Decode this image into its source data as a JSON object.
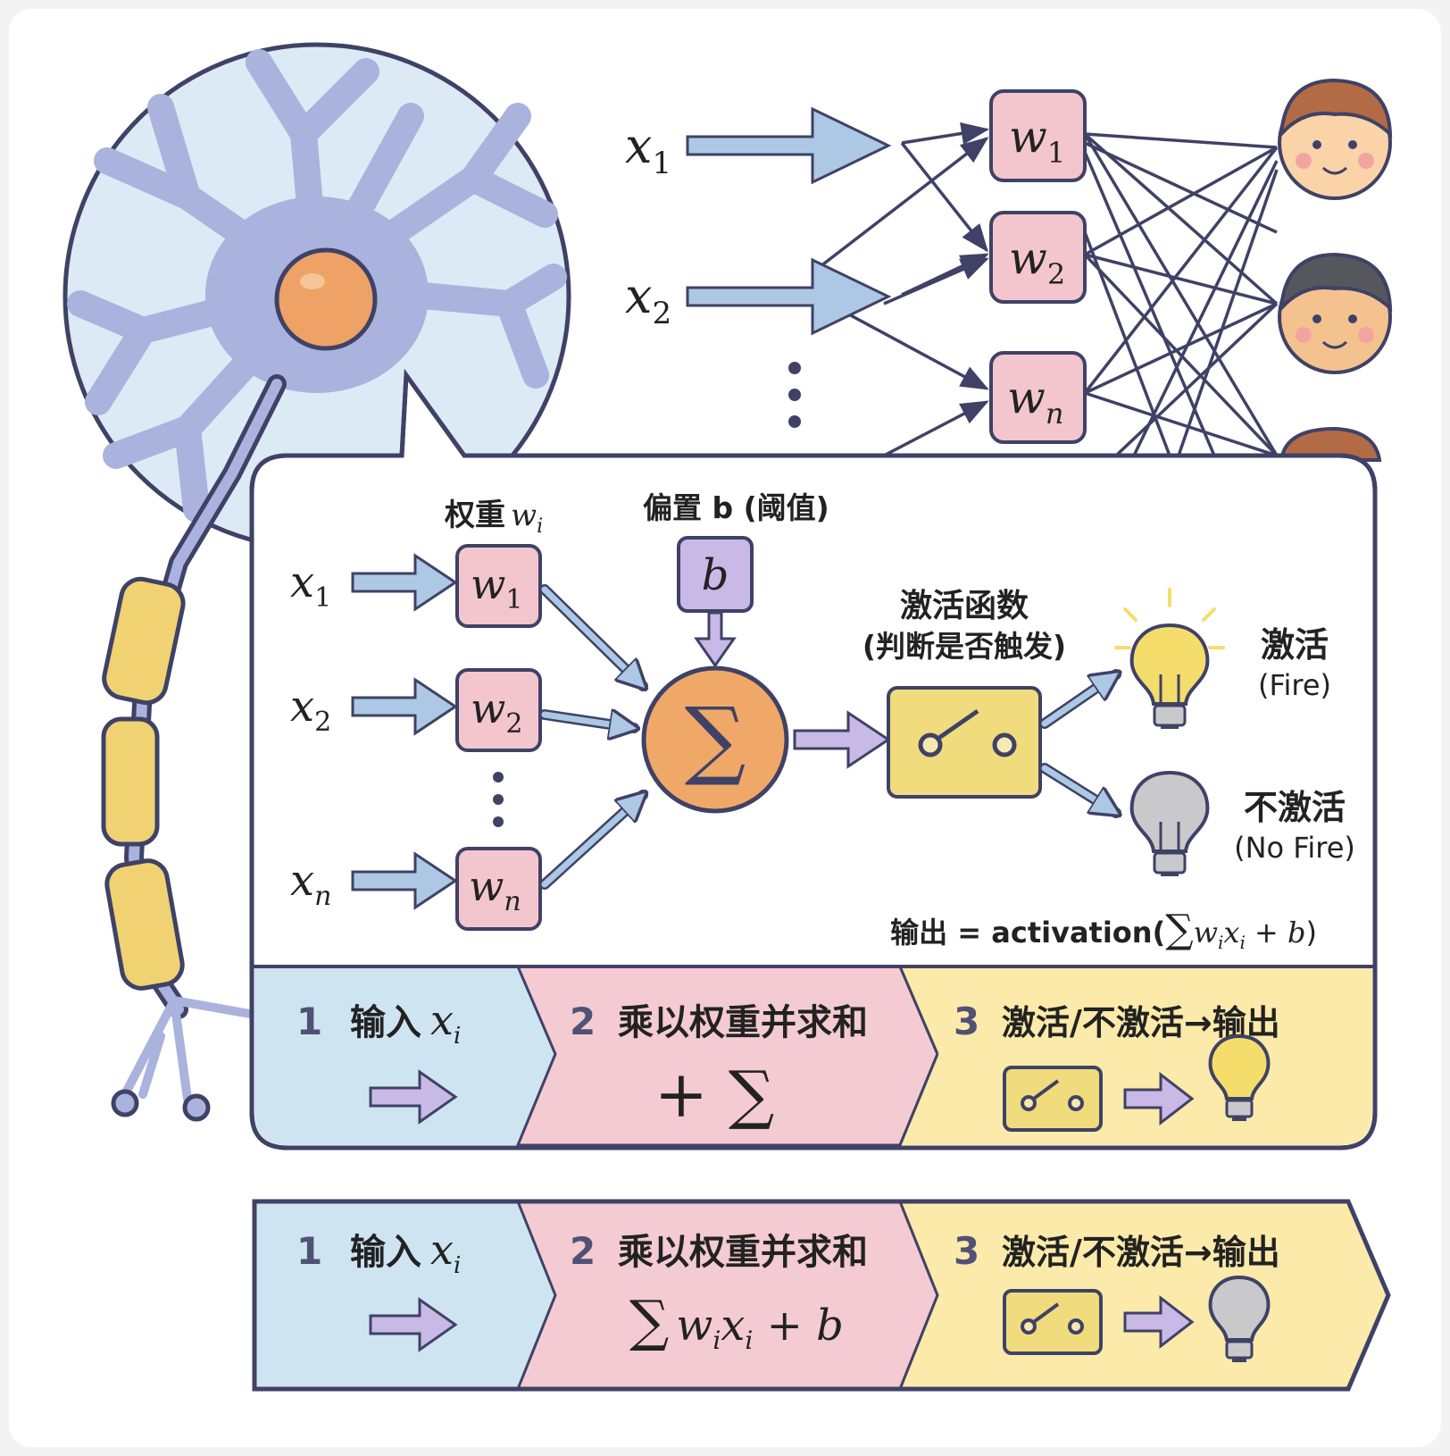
{
  "network": {
    "inputs": [
      {
        "sym": "x",
        "sub": "1"
      },
      {
        "sym": "x",
        "sub": "2"
      }
    ],
    "weights": [
      {
        "sym": "w",
        "sub": "1"
      },
      {
        "sym": "w",
        "sub": "2"
      },
      {
        "sym": "w",
        "sub": "n"
      }
    ]
  },
  "model": {
    "weights_heading": {
      "text": "权重",
      "sym": "w",
      "sub": "i"
    },
    "bias_heading": "偏置 b (阈值)",
    "bias_symbol": "b",
    "inputs": [
      {
        "sym": "x",
        "sub": "1"
      },
      {
        "sym": "x",
        "sub": "2"
      },
      {
        "sym": "x",
        "sub": "n"
      }
    ],
    "weights": [
      {
        "sym": "w",
        "sub": "1"
      },
      {
        "sym": "w",
        "sub": "2"
      },
      {
        "sym": "w",
        "sub": "n"
      }
    ],
    "sum_symbol": "∑",
    "activation_title": "激活函数",
    "activation_subtitle": "(判断是否触发)",
    "fire_label": "激活",
    "fire_sub": "(Fire)",
    "nofire_label": "不激活",
    "nofire_sub": "(No Fire)",
    "formula_prefix": "输出 = activation(",
    "formula_sum": "∑",
    "formula_w": "w",
    "formula_i1": "i",
    "formula_x": "x",
    "formula_i2": "i",
    "formula_plus": " + ",
    "formula_b": "b",
    "formula_close": ")"
  },
  "step_rows": [
    {
      "step1": {
        "num": "1",
        "label": "输入",
        "sym": "x",
        "sub": "i"
      },
      "step2": {
        "num": "2",
        "label": "乘以权重并求和",
        "formula": "+ ∑"
      },
      "step3": {
        "num": "3",
        "label": "激活/不激活→输出",
        "bulb": "on"
      }
    },
    {
      "step1": {
        "num": "1",
        "label": "输入",
        "sym": "x",
        "sub": "i"
      },
      "step2": {
        "num": "2",
        "label": "乘以权重并求和",
        "f_sum": "∑",
        "f_w": "w",
        "f_i1": "i",
        "f_x": "x",
        "f_i2": "i",
        "f_plus": " + ",
        "f_b": "b"
      },
      "step3": {
        "num": "3",
        "label": "激活/不激活→输出",
        "bulb": "off"
      }
    }
  ],
  "colors": {
    "outline": "#3f4266",
    "soma": "#a9b3dd",
    "cell_bg": "#dceaf5",
    "nucleus": "#eea265",
    "myelin": "#f0d273",
    "weight_box": "#f3c6ce",
    "bias_box": "#c9b9e6",
    "sum_node": "#f0a868",
    "switch_box": "#f1dc7d",
    "arrow": "#acc8e4",
    "step1_bg": "#cfe4f1",
    "step2_bg": "#f4cbd2",
    "step3_bg": "#fbeaa9",
    "bulb_on": "#f5dd6b",
    "bulb_off": "#c9c9cc"
  }
}
